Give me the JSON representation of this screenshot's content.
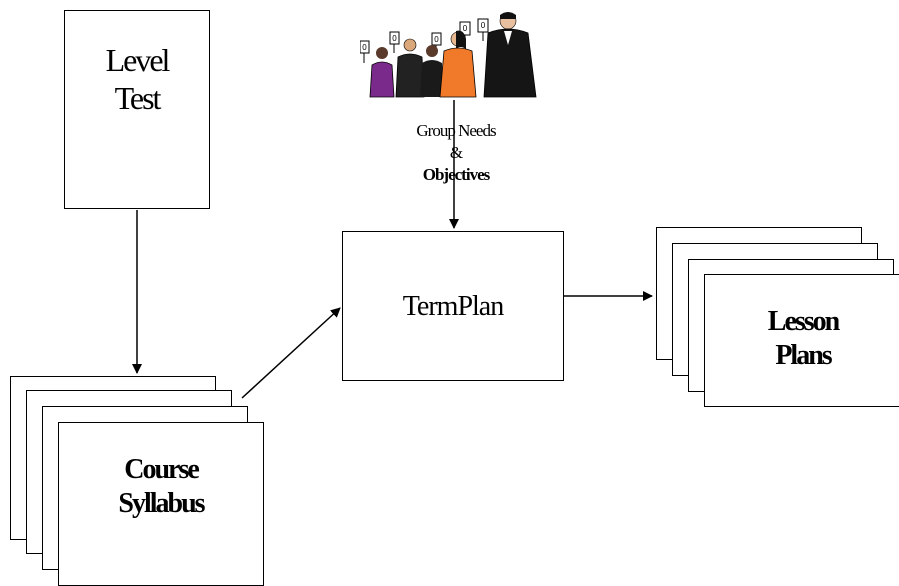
{
  "diagram": {
    "level_test": {
      "line1": "Level",
      "line2": "Test"
    },
    "group_needs": {
      "line1": "Group Needs",
      "line2": "&",
      "line3": "Objectives"
    },
    "term_plan": {
      "label": "TermPlan"
    },
    "course_syllabus": {
      "line1": "Course",
      "line2": "Syllabus"
    },
    "lesson_plans": {
      "line1": "Lesson",
      "line2": "Plans"
    },
    "clipart": {
      "icon": "group-holding-scorecards-icon",
      "scorecard_label": "0"
    }
  }
}
